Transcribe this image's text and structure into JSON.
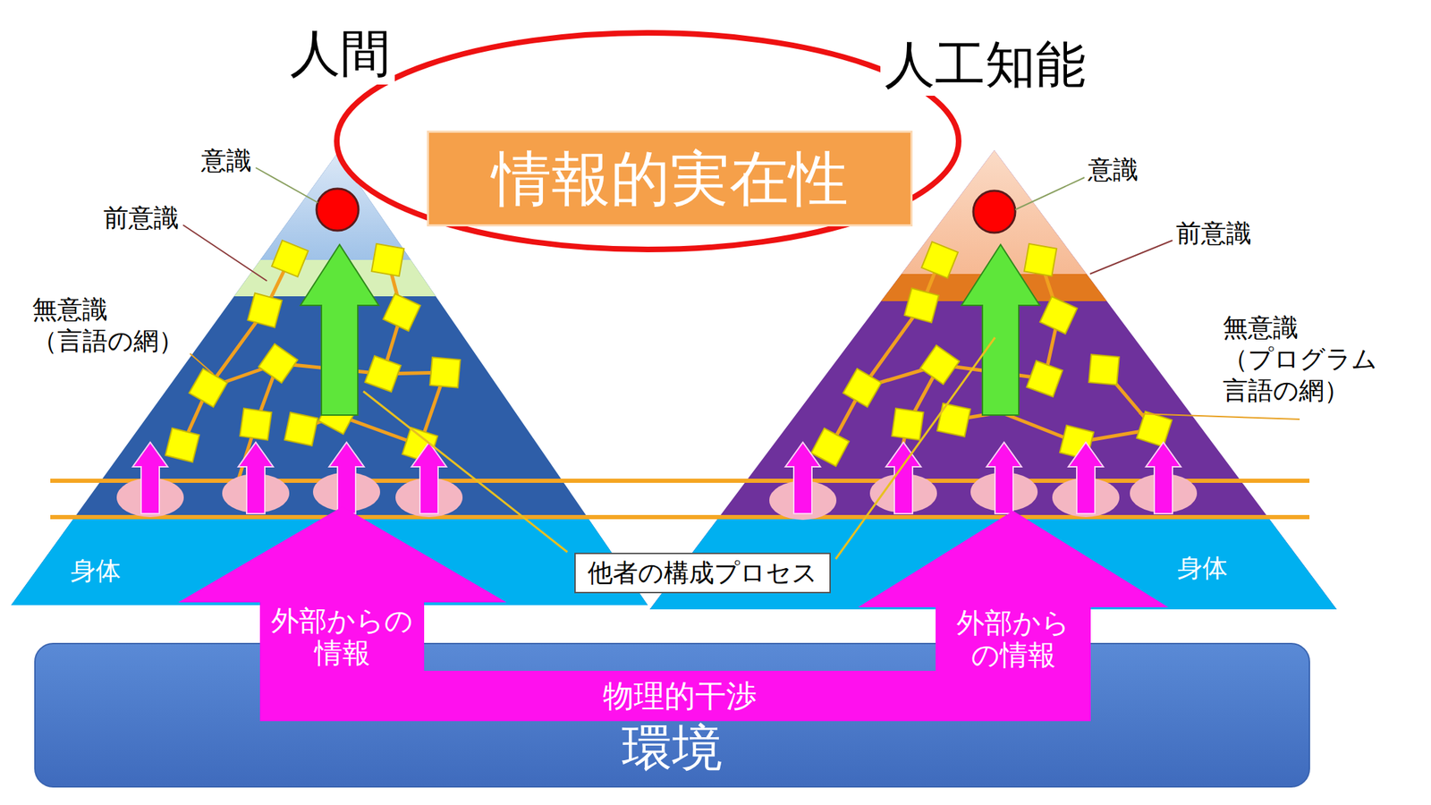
{
  "diagram": {
    "nodes": [
      {
        "text": [
          "情報的実在性"
        ]
      },
      {
        "text": [
          "他者の構成プロセス"
        ]
      },
      {
        "text": [
          "外部からの 情報"
        ]
      },
      {
        "text": [
          "外部から の情報"
        ]
      },
      {
        "text": [
          "物理的干渉"
        ]
      },
      {
        "text": [
          "環境"
        ]
      }
    ],
    "labels": [
      "人間",
      "人工知能",
      "意識",
      "前意識",
      "無意識 （言語の網）",
      "身体",
      "意識",
      "前意識",
      "無意識 （プログラム 言語の網）",
      "身体"
    ]
  }
}
